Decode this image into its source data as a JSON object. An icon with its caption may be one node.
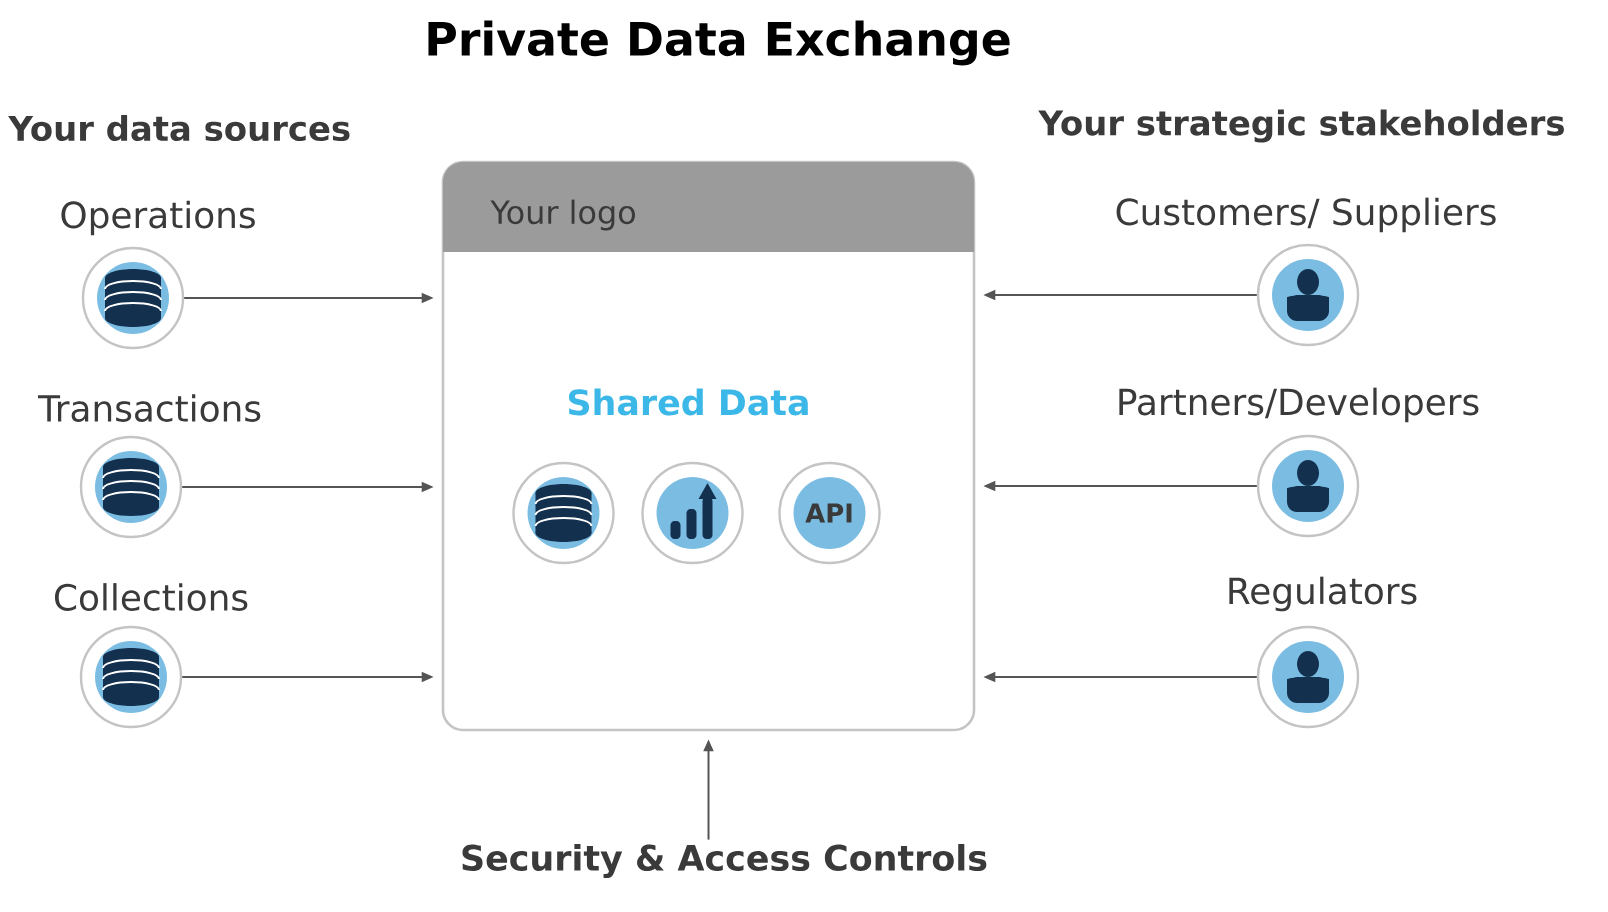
{
  "diagram": {
    "title": "Private Data Exchange",
    "nodes": [
      {
        "text": [
          "Operations"
        ]
      },
      {
        "text": [
          "Transactions"
        ]
      },
      {
        "text": [
          "Collections"
        ]
      },
      {
        "text": [
          "Your logo",
          "Shared Data"
        ]
      },
      {
        "text": [],
        "shape": "circle",
        "in": 3
      },
      {
        "text": [],
        "shape": "circle",
        "in": 3
      },
      {
        "text": [
          "API"
        ],
        "in": 3
      },
      {
        "text": [
          "Customers/ Suppliers"
        ]
      },
      {
        "text": [
          "Partners/Developers"
        ]
      },
      {
        "text": [
          "Regulators"
        ]
      },
      {
        "text": [
          "Security & Access Controls"
        ]
      }
    ],
    "edges": [
      {
        "from": 0,
        "to": 3,
        "arrow": "to"
      },
      {
        "from": 1,
        "to": 3,
        "arrow": "to"
      },
      {
        "from": 2,
        "to": 3,
        "arrow": "to"
      },
      {
        "from": 7,
        "to": 3,
        "arrow": "to"
      },
      {
        "from": 8,
        "to": 3,
        "arrow": "to"
      },
      {
        "from": 9,
        "to": 3,
        "arrow": "to"
      },
      {
        "from": 10,
        "to": 3,
        "arrow": "to"
      }
    ],
    "labels": [
      "Your data sources",
      "Your strategic stakeholders"
    ]
  }
}
